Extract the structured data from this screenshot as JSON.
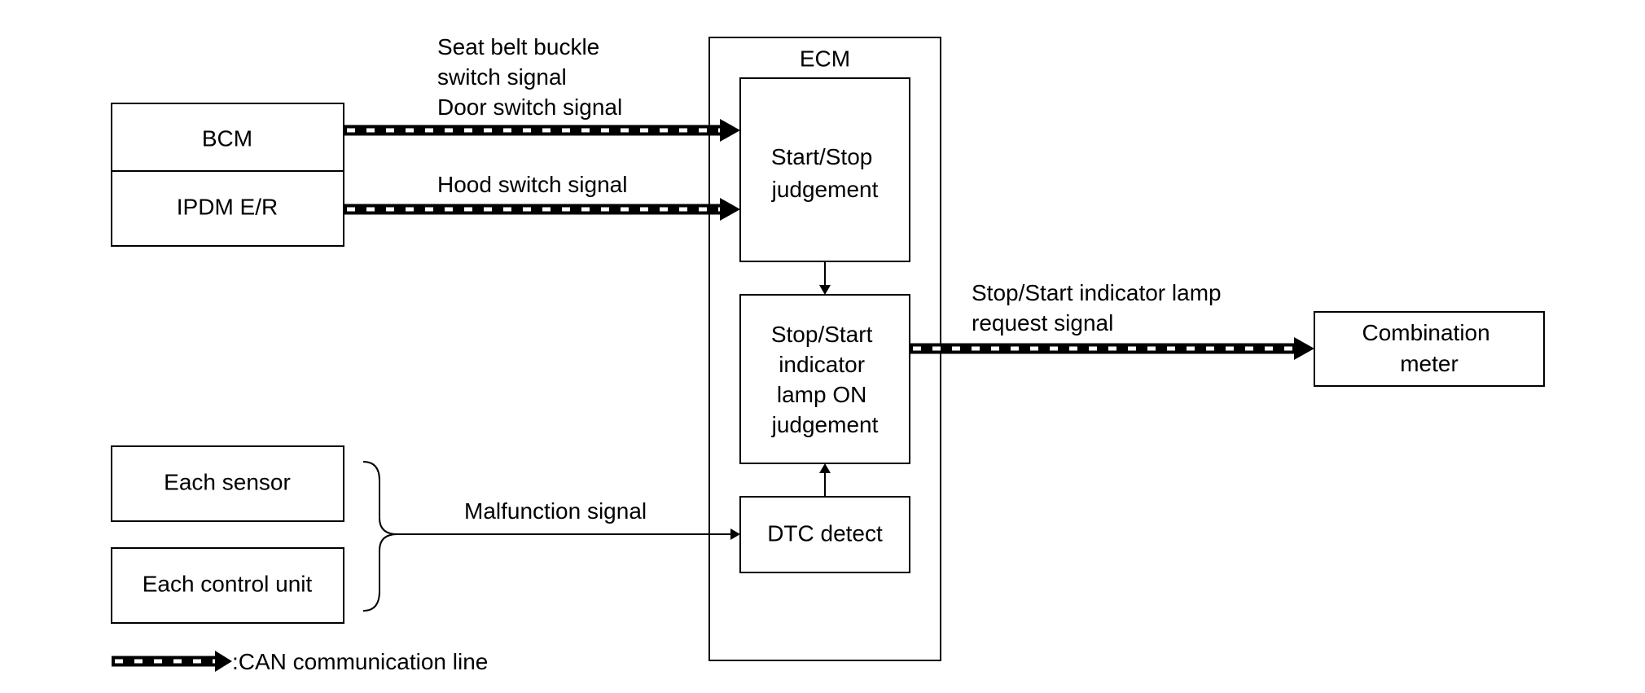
{
  "boxes": {
    "bcm": "BCM",
    "ipdm": "IPDM E/R",
    "each_sensor": "Each sensor",
    "each_control_unit": "Each control unit",
    "ecm": "ECM",
    "start_stop_judgement": [
      "Start/Stop",
      "judgement"
    ],
    "indicator_judgement": [
      "Stop/Start",
      "indicator",
      "lamp ON",
      "judgement"
    ],
    "dtc_detect": "DTC detect",
    "combination_meter": [
      "Combination",
      "meter"
    ]
  },
  "signals": {
    "bcm_signal": [
      "Seat belt buckle",
      "switch signal",
      "Door switch signal"
    ],
    "hood_signal": "Hood switch signal",
    "malfunction_signal": "Malfunction signal",
    "indicator_request_signal": [
      "Stop/Start indicator lamp",
      "request signal"
    ]
  },
  "legend": {
    "can_line": ":CAN communication line"
  }
}
